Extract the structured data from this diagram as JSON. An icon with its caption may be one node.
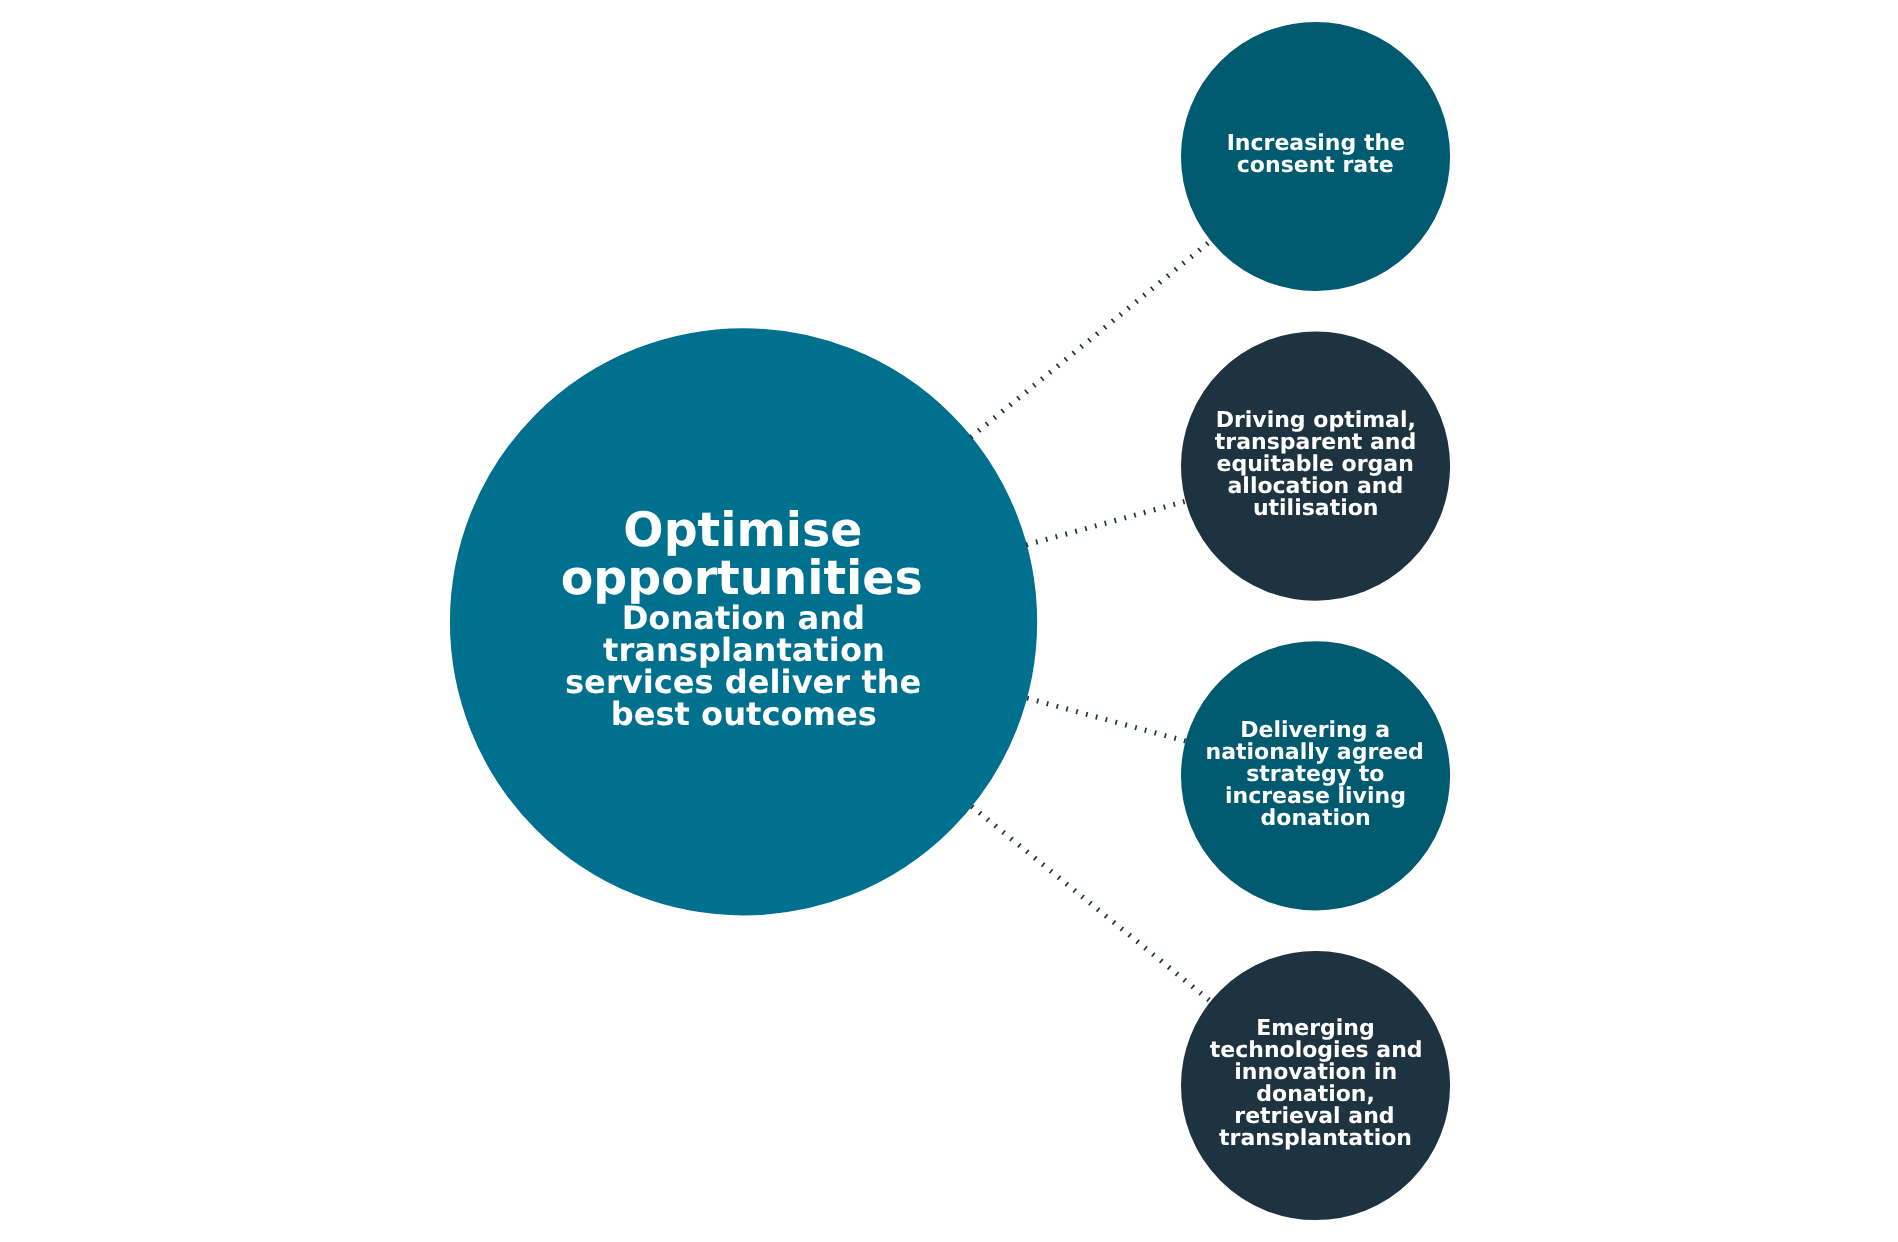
{
  "diagram": {
    "nodes": [
      {
        "text": [
          "Optimise opportunities",
          "Donation and transplantation services deliver the best outcomes"
        ]
      },
      {
        "text": [
          "Increasing the consent rate"
        ]
      },
      {
        "text": [
          "Driving optimal, transparent and equitable organ allocation and utilisation"
        ]
      },
      {
        "text": [
          "Delivering a nationally agreed strategy to increase living donation"
        ]
      },
      {
        "text": [
          "Emerging technologies and innovation in donation, retrieval and transplantation"
        ]
      }
    ],
    "edges": [
      {
        "from": 0,
        "to": 1,
        "arrow": "none"
      },
      {
        "from": 0,
        "to": 2,
        "arrow": "none"
      },
      {
        "from": 0,
        "to": 3,
        "arrow": "none"
      },
      {
        "from": 0,
        "to": 4,
        "arrow": "none"
      }
    ]
  }
}
